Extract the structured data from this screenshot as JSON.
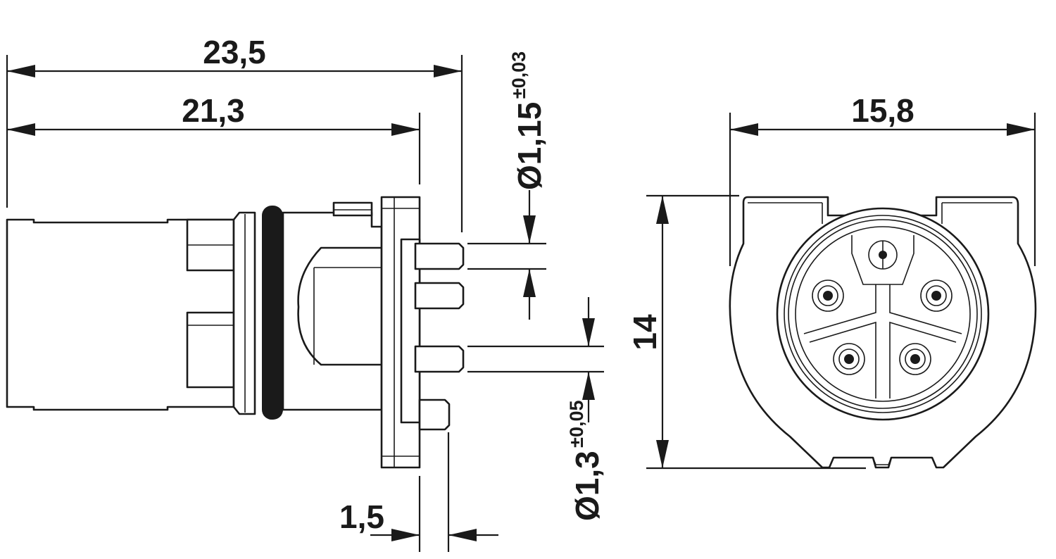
{
  "dimensions": {
    "overall_length": "23,5",
    "body_length": "21,3",
    "pin_diameter": "Ø1,15",
    "pin_diameter_tolerance": "±0,03",
    "post_diameter": "Ø1,3",
    "post_diameter_tolerance": "±0,05",
    "post_offset": "1,5",
    "front_width": "15,8",
    "front_height": "14"
  },
  "colors": {
    "line": "#1a1a1a",
    "background": "#ffffff"
  }
}
